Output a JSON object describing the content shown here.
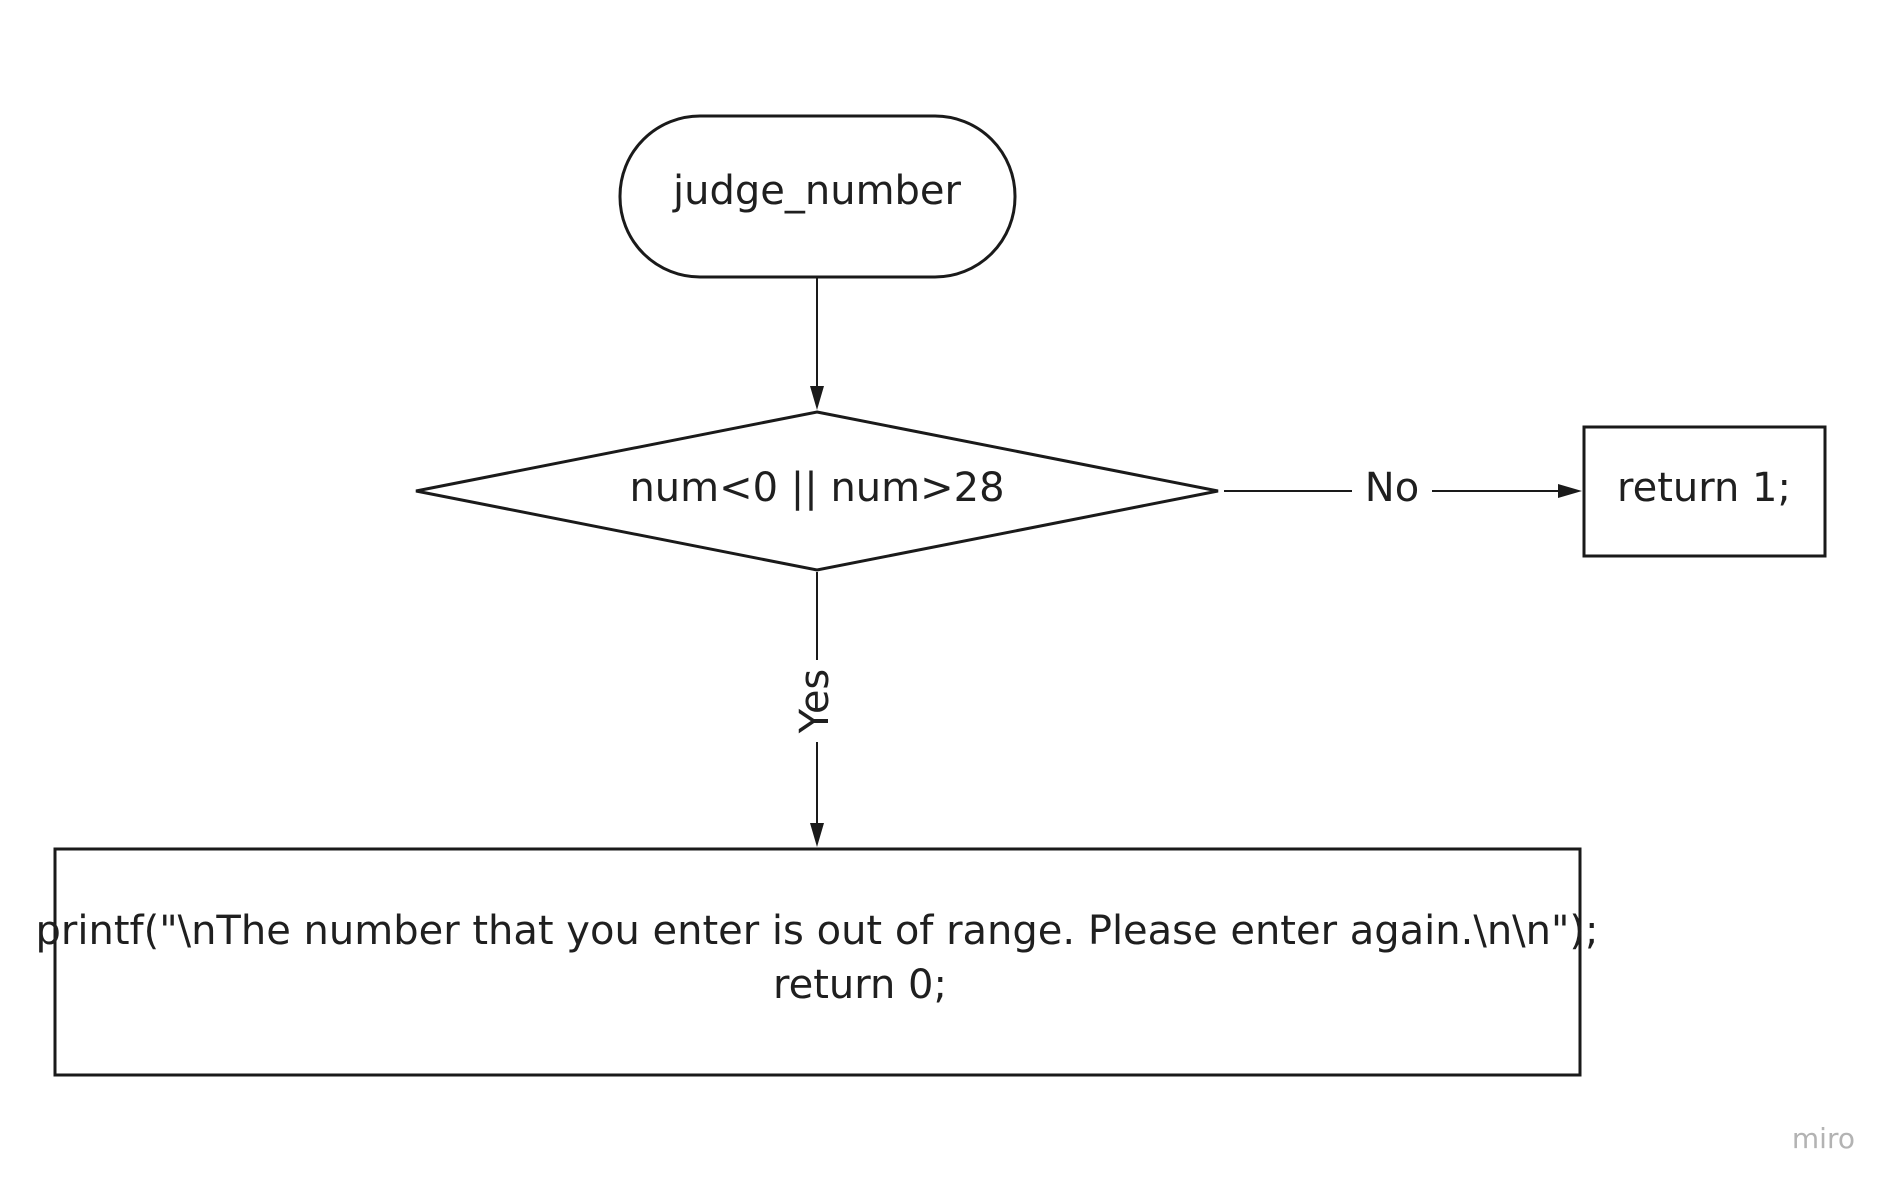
{
  "diagram": {
    "nodes": {
      "start": {
        "label": "judge_number",
        "shape": "terminator"
      },
      "decision": {
        "label": "num<0 || num>28",
        "shape": "decision"
      },
      "return_one": {
        "label": "return 1;",
        "shape": "process"
      },
      "print_block": {
        "label_line1": "printf(\"\\nThe number that you enter is out of range. Please enter again.\\n\\n\");",
        "label_line2": "return 0;",
        "shape": "process"
      }
    },
    "edges": {
      "no": {
        "label": "No",
        "from": "decision",
        "to": "return_one"
      },
      "yes": {
        "label": "Yes",
        "from": "decision",
        "to": "print_block"
      },
      "start_to_decision": {
        "from": "start",
        "to": "decision"
      }
    }
  },
  "watermark": "miro",
  "colors": {
    "stroke": "#1a1a1a",
    "text": "#1f1f1f",
    "watermark": "#b3b3b3",
    "background": "#ffffff"
  }
}
